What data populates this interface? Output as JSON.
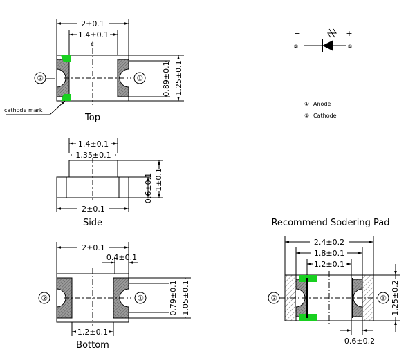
{
  "top_view": {
    "label": "Top",
    "width_dim": "2±0.1",
    "inner_dim": "1.4±0.1",
    "height_dim": "1.25±0.1",
    "inner_height_dim": "0.89±0.1",
    "pin_left": "②",
    "pin_right": "①",
    "cathode_mark": "cathode mark"
  },
  "side_view": {
    "label": "Side",
    "top_width_dim": "1.4±0.1",
    "top_inner_dim": "1.35±0.1",
    "bottom_width_dim": "2±0.1",
    "height_dim_1": "0.6±0.1",
    "height_dim_2": "1±0.1"
  },
  "bottom_view": {
    "label": "Bottom",
    "width_dim": "2±0.1",
    "pad_width_dim": "0.4±0.1",
    "inner_dim": "1.2±0.1",
    "height_dim": "1.05±0.1",
    "inner_height_dim": "0.79±0.1",
    "pin_left": "②",
    "pin_right": "①"
  },
  "symbol": {
    "minus": "−",
    "plus": "+",
    "pin_left": "②",
    "pin_right": "①",
    "legend": [
      {
        "num": "①",
        "text": "Anode"
      },
      {
        "num": "②",
        "text": "Cathode"
      }
    ]
  },
  "solder_pad": {
    "title": "Recommend Sodering Pad",
    "outer_dim": "2.4±0.2",
    "middle_dim": "1.8±0.1",
    "inner_dim": "1.2±0.1",
    "height_dim": "1.25±0.2",
    "pad_dim": "0.6±0.2",
    "pin_left": "②",
    "pin_right": "①"
  }
}
